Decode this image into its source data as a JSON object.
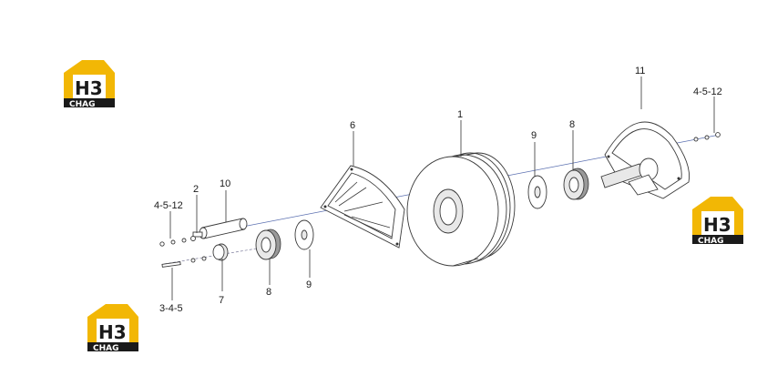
{
  "brand": {
    "logo_mark": "H3",
    "logo_text": "CHAG",
    "colors": {
      "yellow": "#f2b705",
      "dark": "#1a1a1a",
      "white": "#ffffff"
    }
  },
  "callouts": {
    "p1": "1",
    "p2": "2",
    "p6": "6",
    "p7": "7",
    "p8a": "8",
    "p8b": "8",
    "p9a": "9",
    "p9b": "9",
    "p10": "10",
    "p11": "11",
    "fasteners_left": "4-5-12",
    "fasteners_right": "4-5-12",
    "fasteners_bolt": "3-4-5"
  }
}
